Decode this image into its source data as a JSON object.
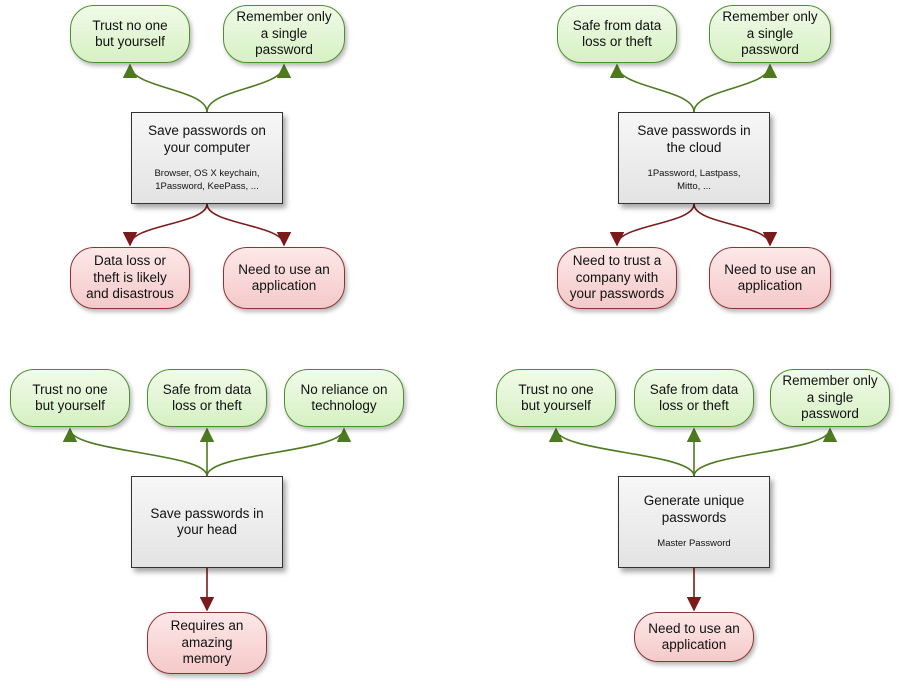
{
  "colors": {
    "pro_edge": "#4d7a1f",
    "con_edge": "#7a1a1a"
  },
  "diagrams": [
    {
      "center": {
        "title": [
          "Save passwords on",
          "your computer"
        ],
        "subtitle": [
          "Browser, OS X keychain,",
          "1Password, KeePass, ..."
        ]
      },
      "pros": [
        [
          "Trust no one",
          "but yourself"
        ],
        [
          "Remember only",
          "a single",
          "password"
        ]
      ],
      "cons": [
        [
          "Data loss or",
          "theft is likely",
          "and disastrous"
        ],
        [
          "Need to use an",
          "application"
        ]
      ]
    },
    {
      "center": {
        "title": [
          "Save passwords in",
          "the cloud"
        ],
        "subtitle": [
          "1Password, Lastpass,",
          "Mitto, ..."
        ]
      },
      "pros": [
        [
          "Safe from data",
          "loss or theft"
        ],
        [
          "Remember only",
          "a single",
          "password"
        ]
      ],
      "cons": [
        [
          "Need to trust a",
          "company with",
          "your passwords"
        ],
        [
          "Need to use an",
          "application"
        ]
      ]
    },
    {
      "center": {
        "title": [
          "Save passwords in",
          "your head"
        ],
        "subtitle": []
      },
      "pros": [
        [
          "Trust no one",
          "but yourself"
        ],
        [
          "Safe from data",
          "loss or theft"
        ],
        [
          "No reliance on",
          "technology"
        ]
      ],
      "cons": [
        [
          "Requires an",
          "amazing",
          "memory"
        ]
      ]
    },
    {
      "center": {
        "title": [
          "Generate unique",
          "passwords"
        ],
        "subtitle": [
          "Master Password"
        ]
      },
      "pros": [
        [
          "Trust no one",
          "but yourself"
        ],
        [
          "Safe from data",
          "loss or theft"
        ],
        [
          "Remember only",
          "a single",
          "password"
        ]
      ],
      "cons": [
        [
          "Need to use an",
          "application"
        ]
      ]
    }
  ]
}
